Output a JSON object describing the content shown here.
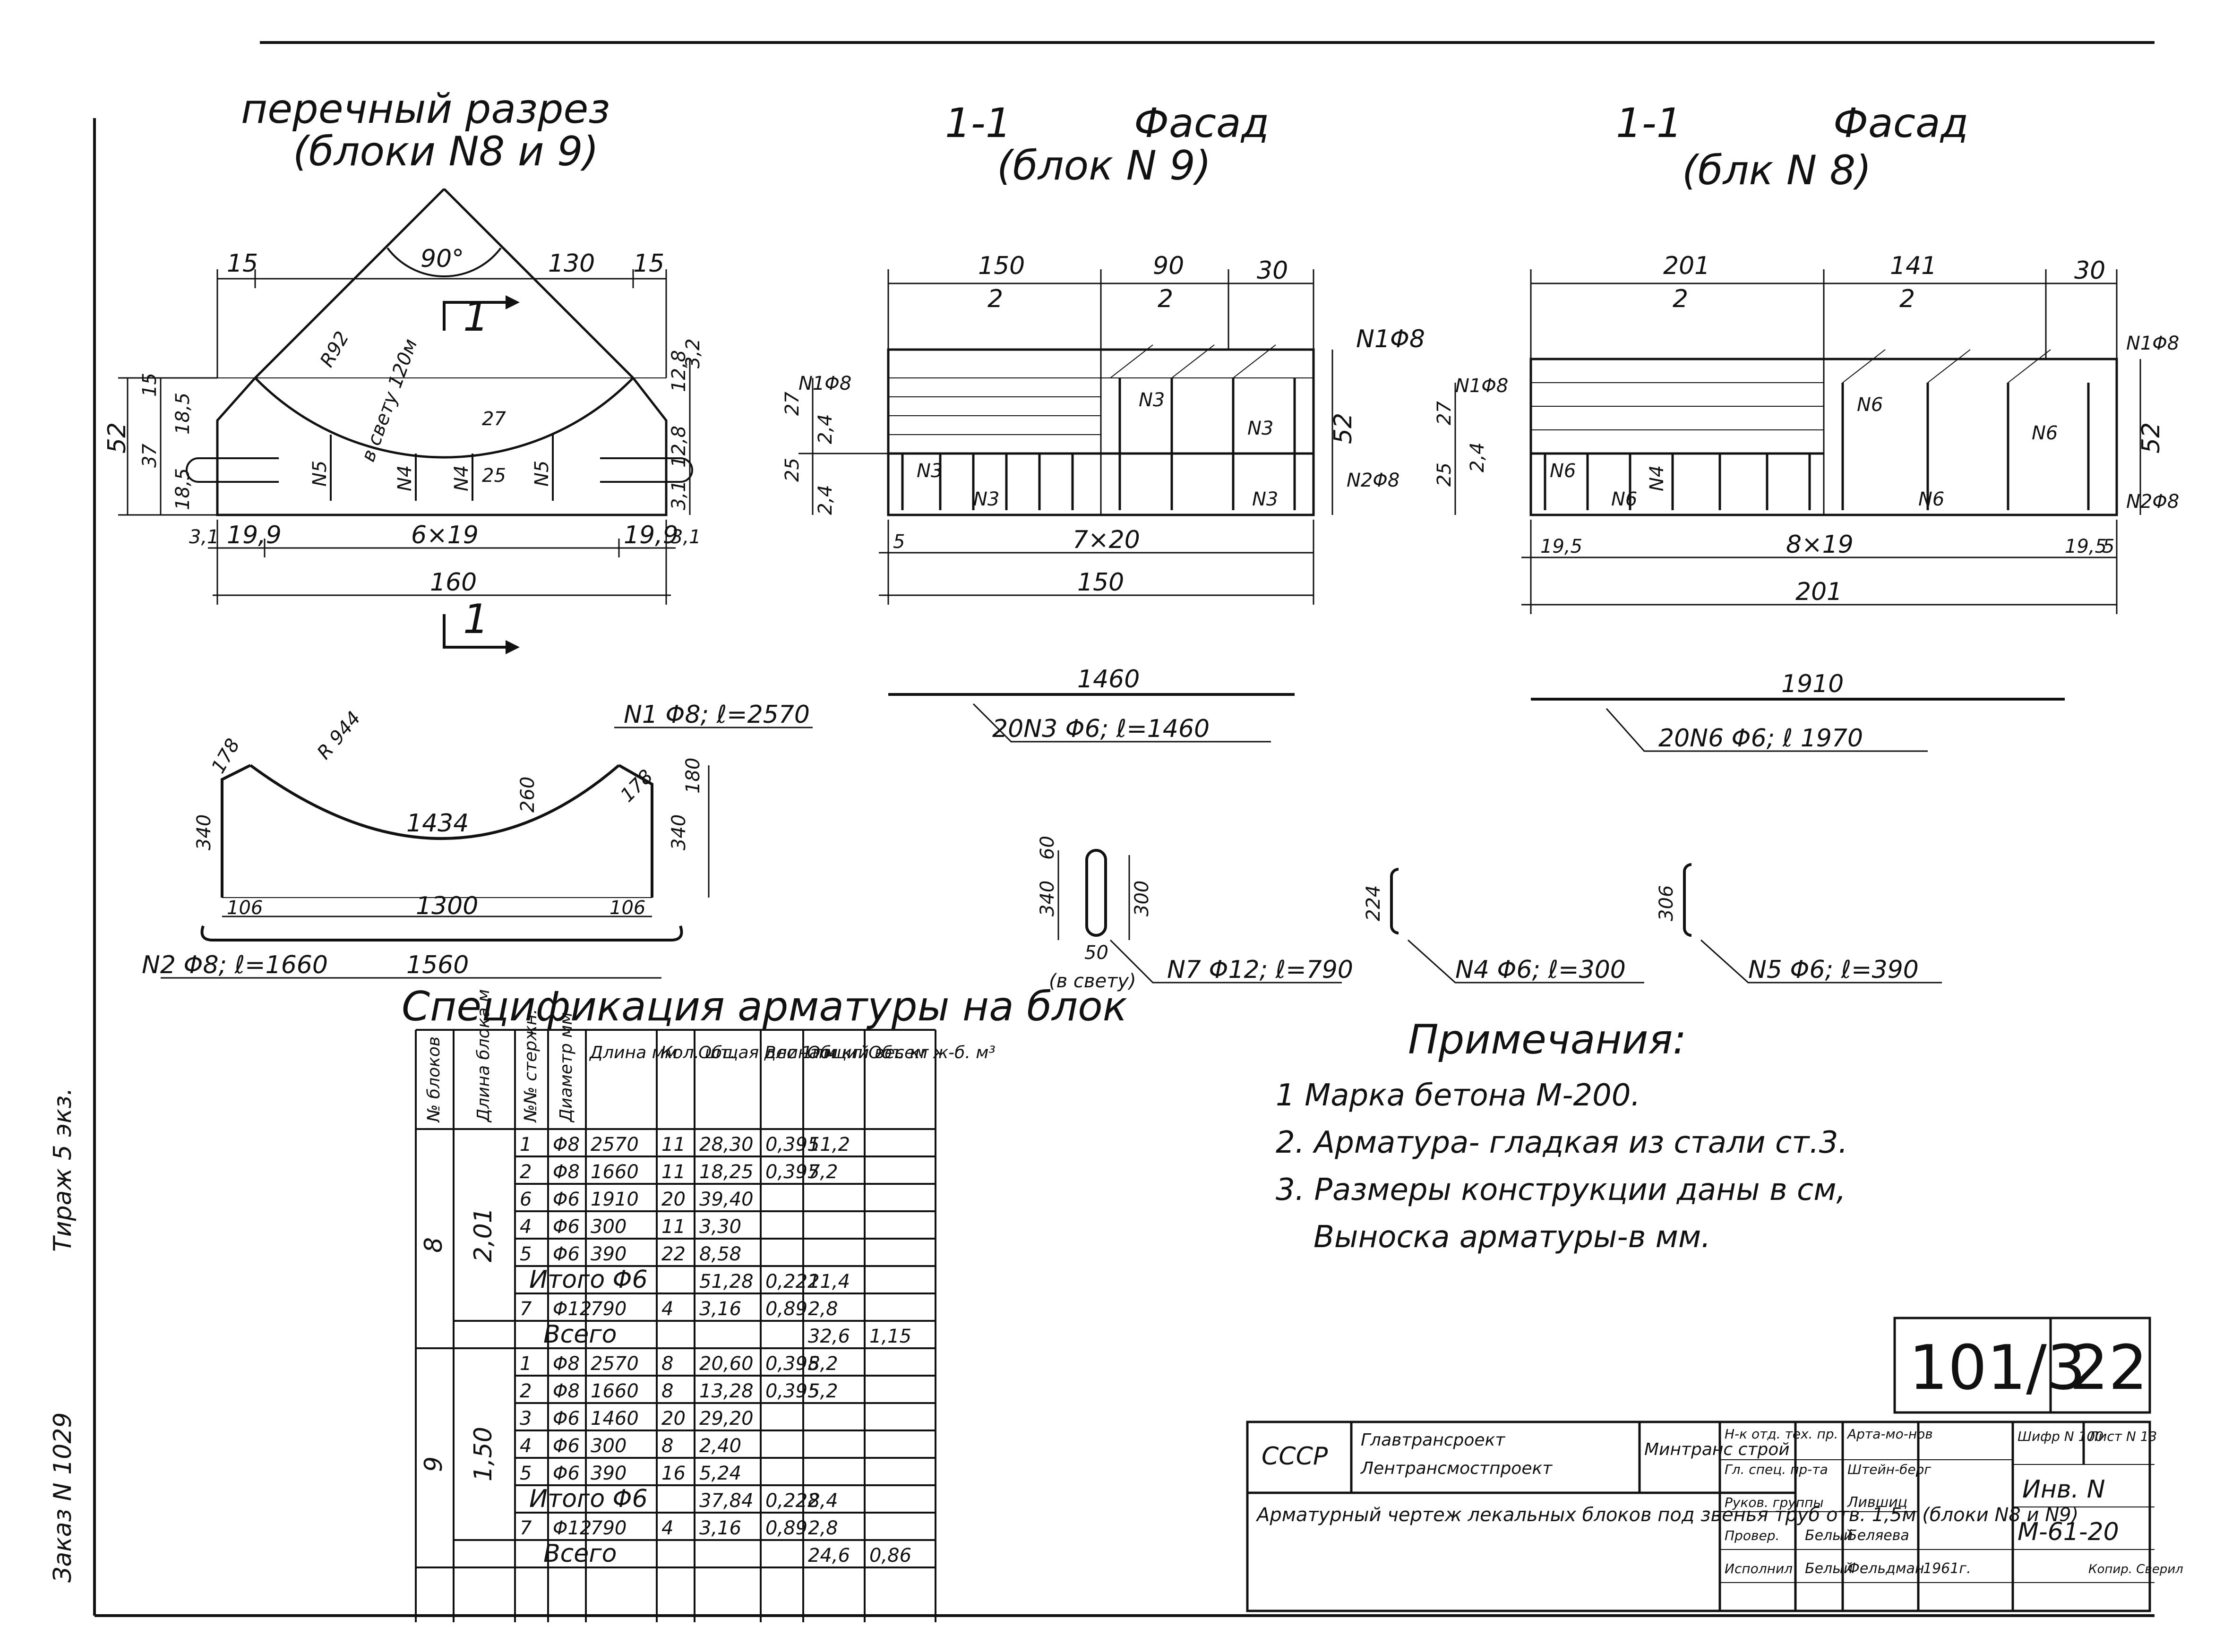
{
  "views": {
    "cross_section": {
      "title": "перечный разрез",
      "subtitle": "(блоки N8 и 9)",
      "angle": "90°",
      "radius": "R92",
      "clear_label": "в свету 120м",
      "dims": {
        "top_left": "15",
        "top_mid": "130",
        "top_right": "15",
        "h_total": "52",
        "h1": "15",
        "h2": "37",
        "h3": "18,5",
        "h4": "18,5",
        "r1": "12,8",
        "r2": "3,2",
        "r3": "12,8",
        "r4": "3,1",
        "mid": "27",
        "mid2": "25",
        "b_left": "3,1",
        "b_a": "19,9",
        "b_mid": "6×19",
        "b_b": "19,9",
        "b_right": "3,1",
        "total": "160"
      },
      "section_mark": "1",
      "bar_labels": [
        "N5",
        "N4",
        "N4",
        "N5"
      ]
    },
    "facade9": {
      "section": "1-1",
      "title": "Фасад",
      "subtitle": "(блок N 9)",
      "dims": {
        "a_top": "150",
        "a_bot": "2",
        "b_top": "90",
        "b_bot": "2",
        "c": "30",
        "left1": "27",
        "left2": "25",
        "left3": "2,4",
        "left4": "2,4",
        "right": "52",
        "bot_left": "5",
        "bot_mid": "7×20",
        "total": "150"
      },
      "labels": {
        "n1": "N1Φ8",
        "n1b": "N1Φ8",
        "n2": "N2Φ8",
        "n3": "N3"
      }
    },
    "facade8": {
      "section": "1-1",
      "title": "Фасад",
      "subtitle": "(блк N 8)",
      "dims": {
        "a_top": "201",
        "a_bot": "2",
        "b_top": "141",
        "b_bot": "2",
        "c": "30",
        "left1": "27",
        "left2": "25",
        "left3": "2,4",
        "right": "52",
        "bot_left": "19,5",
        "bot_mid": "8×19",
        "bot_right": "19,5",
        "bot_r2": "5",
        "total": "201"
      },
      "labels": {
        "n1": "N1Φ8",
        "n1b": "N1Φ8",
        "n2": "N2Φ8",
        "n6": "N6",
        "n4": "N4"
      }
    }
  },
  "bars": {
    "n1": {
      "label": "N1 Φ8; ℓ=2570",
      "arc": "1434",
      "r": "R 944",
      "d260": "260",
      "end178a": "178",
      "end178b": "178",
      "h340a": "340",
      "h340b": "340",
      "v180": "180"
    },
    "n2": {
      "label": "N2 Φ8; ℓ=1660",
      "len": "1300",
      "total": "1560",
      "hook_a": "106",
      "hook_b": "106"
    },
    "n3": {
      "len": "1460",
      "label": "20N3 Φ6; ℓ=1460"
    },
    "n6": {
      "len": "1910",
      "label": "20N6 Φ6; ℓ 1970"
    },
    "n7": {
      "label": "N7 Φ12; ℓ=790",
      "h": "300",
      "h2": "340",
      "top": "60",
      "w": "50",
      "note": "(в свету)"
    },
    "n4": {
      "label": "N4 Φ6; ℓ=300",
      "h": "224"
    },
    "n5": {
      "label": "N5 Φ6; ℓ=390",
      "h": "306"
    }
  },
  "spec": {
    "title": "Спецификация арматуры на блок",
    "headers": [
      "№ блоков",
      "Длина блока м",
      "№№ стержн.",
      "Диаметр мм",
      "Длина мм",
      "Кол. шт.",
      "Общая длина м",
      "Вес 1пм кг",
      "Общий вес кг",
      "Объем ж-б. м³"
    ],
    "groups": [
      {
        "block": "8",
        "length": "2,01",
        "rows": [
          [
            "1",
            "Φ8",
            "2570",
            "11",
            "28,30",
            "0,395",
            "11,2"
          ],
          [
            "2",
            "Φ8",
            "1660",
            "11",
            "18,25",
            "0,395",
            "7,2"
          ],
          [
            "6",
            "Φ6",
            "1910",
            "20",
            "39,40",
            "",
            ""
          ],
          [
            "4",
            "Φ6",
            "300",
            "11",
            "3,30",
            "",
            ""
          ],
          [
            "5",
            "Φ6",
            "390",
            "22",
            "8,58",
            "",
            ""
          ]
        ],
        "subtotal": {
          "label": "Итого Φ6",
          "len": "51,28",
          "w": "0,222",
          "tot": "11,4"
        },
        "row7": [
          "7",
          "Φ12",
          "790",
          "4",
          "3,16",
          "0,89",
          "2,8"
        ],
        "total": {
          "label": "Всего",
          "tot": "32,6",
          "vol": "1,15"
        }
      },
      {
        "block": "9",
        "length": "1,50",
        "rows": [
          [
            "1",
            "Φ8",
            "2570",
            "8",
            "20,60",
            "0,395",
            "8,2"
          ],
          [
            "2",
            "Φ8",
            "1660",
            "8",
            "13,28",
            "0,395",
            "5,2"
          ],
          [
            "3",
            "Φ6",
            "1460",
            "20",
            "29,20",
            "",
            ""
          ],
          [
            "4",
            "Φ6",
            "300",
            "8",
            "2,40",
            "",
            ""
          ],
          [
            "5",
            "Φ6",
            "390",
            "16",
            "5,24",
            "",
            ""
          ]
        ],
        "subtotal": {
          "label": "Итого Φ6",
          "len": "37,84",
          "w": "0,222",
          "tot": "8,4"
        },
        "row7": [
          "7",
          "Φ12",
          "790",
          "4",
          "3,16",
          "0,89",
          "2,8"
        ],
        "total": {
          "label": "Всего",
          "tot": "24,6",
          "vol": "0,86"
        }
      }
    ]
  },
  "notes": {
    "title": "Примечания:",
    "items": [
      "1  Марка бетона М-200.",
      "2. Арматура- гладкая из стали ст.3.",
      "3.  Размеры конструкции даны в см,",
      "Выноска арматуры-в мм."
    ]
  },
  "stamp": {
    "number": "101/3",
    "sheet": "22",
    "org1": "СССР",
    "org2": "Главтрансроект",
    "org3": "Лентрансмостпроект",
    "org4": "Минтранс строй",
    "title": "Арматурный чертеж лекальных блоков под звенья труб отв. 1,5м (блоки N8 и N9)",
    "roles": [
      "Н-к отд. тех. пр.",
      "Гл. спец. пр-та",
      "Руков. группы",
      "Провер.",
      "Исполнил"
    ],
    "names": [
      "Арта-мо-нов",
      "Штейн-берг",
      "Лившиц",
      "Беляева",
      "Фельдман"
    ],
    "sign3": "Белый",
    "sign4": "Белый",
    "year": "1961г.",
    "code_label": "Шифр N 100",
    "list_label": "Лист N 13",
    "inv": "Инв. N",
    "doc": "М-61-20",
    "copy": "Копир. Сверил"
  },
  "margin": {
    "order": "Заказ N 1029",
    "copies": "Тираж 5 экз."
  }
}
